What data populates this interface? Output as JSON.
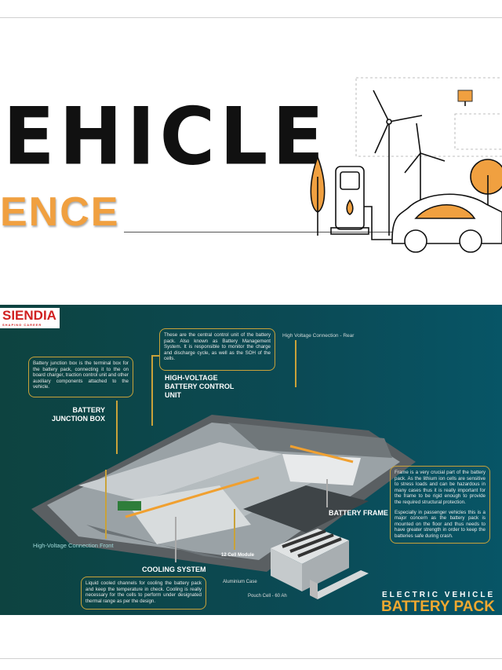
{
  "header": {
    "title_line1": "EHICLE",
    "title_line2": "ENCE"
  },
  "infographic": {
    "logo": {
      "text": "SIENDIA",
      "tagline": "SHAPING CAREER"
    },
    "bms_description": "These are the central control unit of the battery pack. Also known as Battery Management System. It is responsible to monitor the charge and discharge cycle, as well as the SOH of the cells.",
    "bms_label": "HIGH-VOLTAGE BATTERY CONTROL UNIT",
    "junction_description": "Battery junction box is the terminal box for the battery pack, connecting it to the on board charger, traction control unit and other auxiliary components attached to the vehicle.",
    "junction_label": "BATTERY JUNCTION BOX",
    "hv_rear_label": "High Voltage Connection - Rear",
    "hv_front_label": "High-Voltage Connection Front",
    "cooling_label": "COOLING SYSTEM",
    "cooling_description": "Liquid cooled channels for cooling the battery pack and keep the temperature in check. Cooling is really necessary for the cells to perform under designated thermal range as per the design.",
    "module_label": "12 Cell Module",
    "case_label": "Aluminium Case",
    "cell_label": "Pouch Cell - 60 Ah",
    "frame_label": "BATTERY FRAME",
    "frame_description_1": "Frame is a very crucial part of the battery pack. As the lithium ion cells are sensitive to stress loads and can be hazardous in many cases thus it is really important for the frame to be rigid enough to provide the required structural protection.",
    "frame_description_2": "Especially in passenger vehicles this is a major concern as the battery pack is mounted on the floor and thus needs to have greater strength in order to keep the batteries safe during crash.",
    "title_small": "ELECTRIC VEHICLE",
    "title_big": "BATTERY PACK"
  },
  "colors": {
    "accent": "#f0a040",
    "panel": "#0b4a55",
    "gold": "#c9a23a"
  }
}
